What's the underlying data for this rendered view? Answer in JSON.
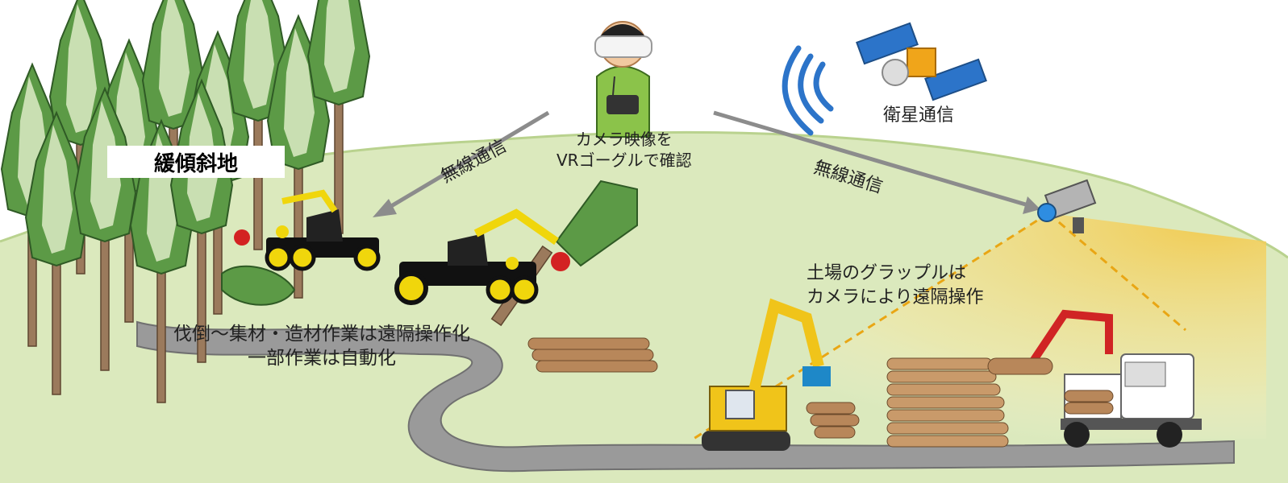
{
  "title_label": "緩傾斜地",
  "operator_caption": [
    "カメラ映像を",
    "VRゴーグルで確認"
  ],
  "wireless_left": "無線通信",
  "wireless_right": "無線通信",
  "satellite_label": "衛星通信",
  "grapple_caption": [
    "土場のグラップルは",
    "カメラにより遠隔操作"
  ],
  "forest_caption": [
    "伐倒～集材・造材作業は遠隔操作化",
    "一部作業は自動化"
  ],
  "colors": {
    "hill": "#dbe9bd",
    "tree_dark": "#5c9a46",
    "tree_light": "#c9dfb2",
    "trunk": "#9b7a5c",
    "road": "#9a9a9a",
    "machine_yellow": "#f0d60c",
    "arrow_gray": "#8c8c8c",
    "camera_beam": "#f3c94a"
  },
  "icons": [
    "vr-operator-icon",
    "satellite-icon",
    "signal-waves-icon",
    "security-camera-icon",
    "forestry-machine-icon",
    "excavator-grapple-icon",
    "log-truck-icon"
  ]
}
